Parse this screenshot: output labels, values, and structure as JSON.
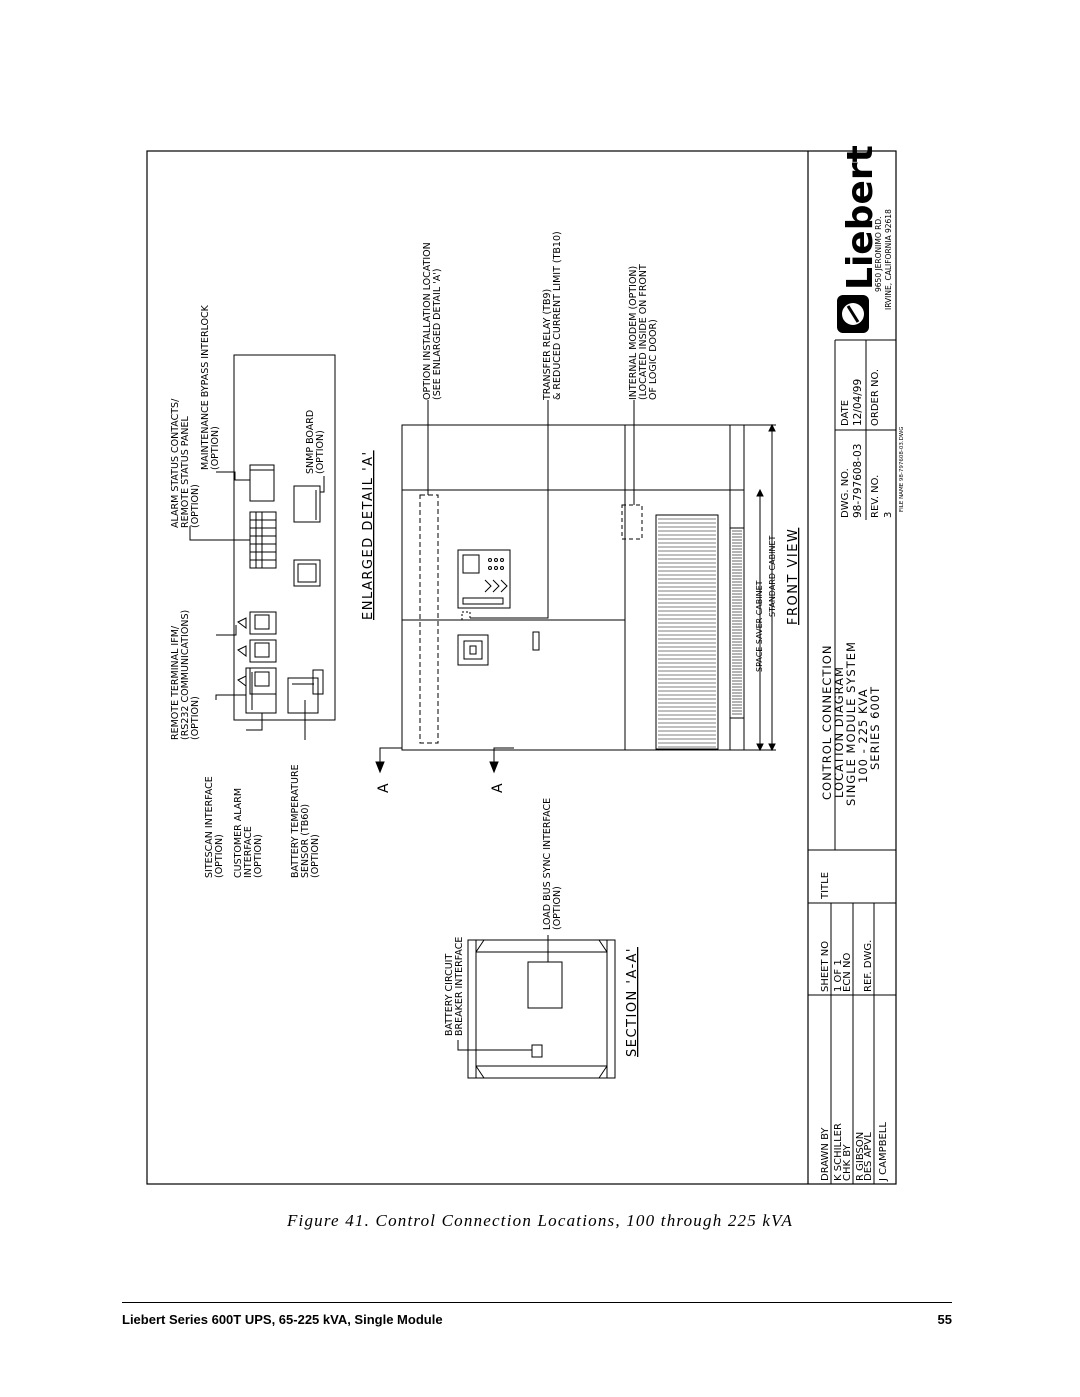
{
  "labels": {
    "sitescan": [
      "SITESCAN INTERFACE",
      "(OPTION)"
    ],
    "customer_alarm": [
      "CUSTOMER ALARM",
      "INTERFACE",
      "(OPTION)"
    ],
    "battery_temp": [
      "BATTERY TEMPERATURE",
      "SENSOR (TB60)",
      "(OPTION)"
    ],
    "remote_terminal": [
      "REMOTE TERMINAL IFM/",
      "(RS232 COMMUNICATIONS)",
      "(OPTION)"
    ],
    "alarm_status": [
      "ALARM STATUS CONTACTS/",
      "REMOTE STATUS PANEL",
      "(OPTION)"
    ],
    "maint_bypass": [
      "MAINTENANCE BYPASS INTERLOCK",
      "(OPTION)"
    ],
    "snmp": [
      "SNMP BOARD",
      "(OPTION)"
    ],
    "enlarged_detail": "ENLARGED DETAIL 'A'",
    "section_a": "A",
    "option_install": [
      "OPTION INSTALLATION LOCATION",
      "(SEE ENLARGED DETAIL 'A')"
    ],
    "transfer_relay": [
      "TRANSFER RELAY (TB9)",
      "& REDUCED CURRENT LIMIT (TB10)"
    ],
    "internal_modem": [
      "INTERNAL MODEM (OPTION)",
      "(LOCATED INSIDE ON FRONT",
      "OF LOGIC DOOR)"
    ],
    "space_saver": "SPACE SAVER CABINET",
    "standard_cabinet": "STANDARD CABINET",
    "front_view": "FRONT VIEW",
    "load_bus": [
      "LOAD BUS SYNC INTERFACE",
      "(OPTION)"
    ],
    "battery_breaker": [
      "BATTERY CIRCUIT",
      "BREAKER INTERFACE"
    ],
    "section_aa": "SECTION 'A-A'"
  },
  "title_block": {
    "drawn_by_label": "DRAWN BY",
    "drawn_by": "K SCHILLER",
    "chk_by_label": "CHK BY",
    "chk_by": "R GIBSON",
    "des_apvl_label": "DES APVL",
    "des_apvl": "J CAMPBELL",
    "sheet_no_label": "SHEET NO",
    "sheet_no": "1 OF 1",
    "ecn_no_label": "ECN NO",
    "ref_dwg_label": "REF. DWG.",
    "title_label": "TITLE",
    "title_lines": [
      "CONTROL CONNECTION",
      "LOCATION DIAGRAM",
      "SINGLE MODULE SYSTEM",
      "100 - 225 KVA",
      "SERIES 600T"
    ],
    "dwg_no_label": "DWG. NO.",
    "dwg_no": "98-797608-03",
    "date_label": "DATE",
    "date": "12/04/99",
    "rev_no_label": "REV. NO.",
    "rev_no": "3",
    "order_no_label": "ORDER NO.",
    "file_name": "FILE NAME 98-797608-03.DWG",
    "logo_text": "Liebert",
    "address_1": "9650 JERONIMO RD.",
    "address_2": "IRVINE, CALIFORNIA 92618"
  },
  "caption": "Figure 41. Control Connection Locations, 100 through 225 kVA",
  "footer": {
    "left": "Liebert Series 600T UPS, 65-225 kVA, Single Module",
    "page_number": "55"
  }
}
